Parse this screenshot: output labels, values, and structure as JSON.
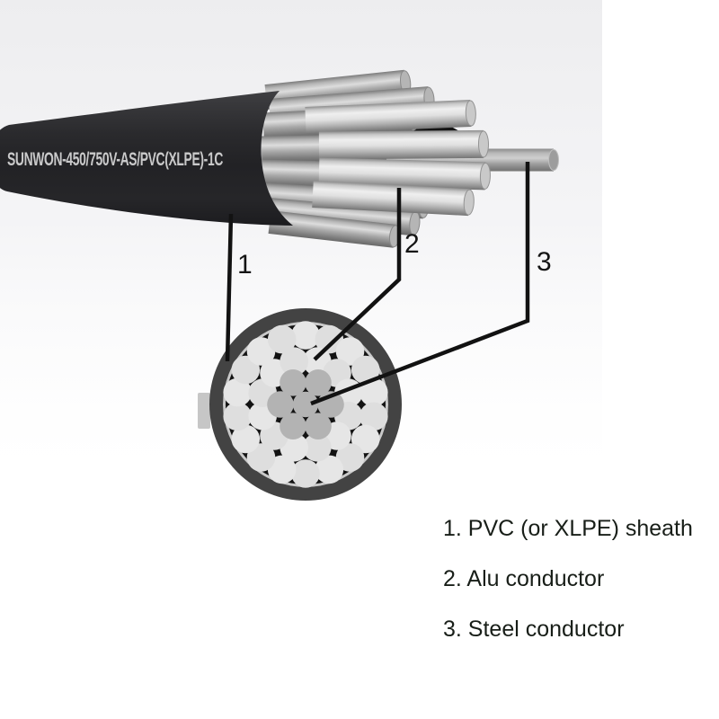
{
  "diagram": {
    "sheath_print": "SUNWON-450/750V-AS/PVC(XLPE)-1C",
    "callouts": [
      {
        "number": "1",
        "legend": "1. PVC (or XLPE) sheath"
      },
      {
        "number": "2",
        "legend": "2. Alu conductor"
      },
      {
        "number": "3",
        "legend": "3. Steel conductor"
      }
    ]
  },
  "cross_section": {
    "sheath_ring_color": "#434343",
    "liner_color": "#c9c9c9",
    "interstice_color": "#131313",
    "aluminum_color": "#e6e6e6",
    "aluminum_color_alt": "#dedede",
    "steel_color": "#b3b3b3",
    "tab_color": "#c6c6c6",
    "wire_rings": [
      {
        "material": "aluminum",
        "count": 18,
        "ring_radius": 77,
        "wire_radius": 15.8,
        "start_angle": -90
      },
      {
        "material": "aluminum",
        "count": 12,
        "ring_radius": 49.5,
        "wire_radius": 15.8,
        "start_angle": -75
      },
      {
        "material": "steel",
        "count": 6,
        "ring_radius": 28,
        "wire_radius": 14.8,
        "start_angle": -60
      },
      {
        "material": "steel",
        "count": 1,
        "ring_radius": 0,
        "wire_radius": 14.2,
        "start_angle": 0
      }
    ]
  },
  "colors": {
    "backdrop": "#eeeef0",
    "sheath_dark": "#28282a",
    "print_text": "#d8d8d8",
    "leader_line": "#121212",
    "callout_text": "#141414",
    "legend_text": "#181e18"
  }
}
